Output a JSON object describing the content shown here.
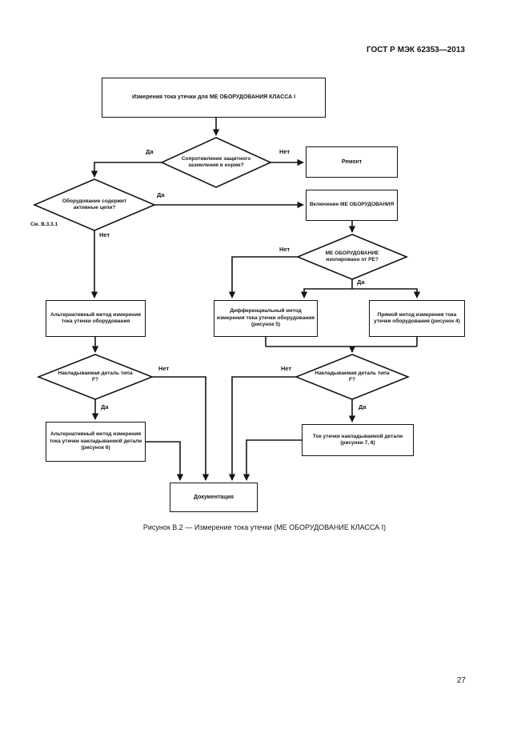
{
  "page": {
    "header": "ГОСТ Р МЭК 62353—2013",
    "page_number": "27",
    "caption": "Рисунок В.2 — Измерение тока утечки (МЕ ОБОРУДОВАНИЕ КЛАССА I)"
  },
  "colors": {
    "ink": "#151515",
    "paper": "#ffffff"
  },
  "flowchart": {
    "note": "См. В.3.3.1",
    "labels": {
      "yes": "Да",
      "no": "Нет"
    },
    "nodes": {
      "start": "Измерения тока утечки для МЕ ОБОРУДОВАНИЯ КЛАССА I",
      "d1": "Сопротивление защитного заземления в норме?",
      "repair": "Ремонт",
      "d2": "Оборудование содержит активные цепи?",
      "power_on": "Включение МЕ ОБОРУДОВАНИЯ",
      "d3": "МЕ ОБОРУДОВАНИЕ изолировано от РЕ?",
      "alt_equipment": "Альтернативный метод измерения тока утечки оборудования",
      "diff_method": "Дифференциальный метод измерения тока утечки оборудования (рисунок 5)",
      "direct_method": "Прямой метод измерения тока утечки оборудования (рисунок 4)",
      "d4_left": "Накладываемая деталь типа F?",
      "d4_right": "Накладываемая деталь типа F?",
      "alt_applied": "Альтернативный метод измерения тока утечки накладываемой детали (рисунок 6)",
      "applied_leakage": "Ток утечки накладываемой детали (рисунки 7, 8)",
      "documentation": "Документация"
    }
  }
}
